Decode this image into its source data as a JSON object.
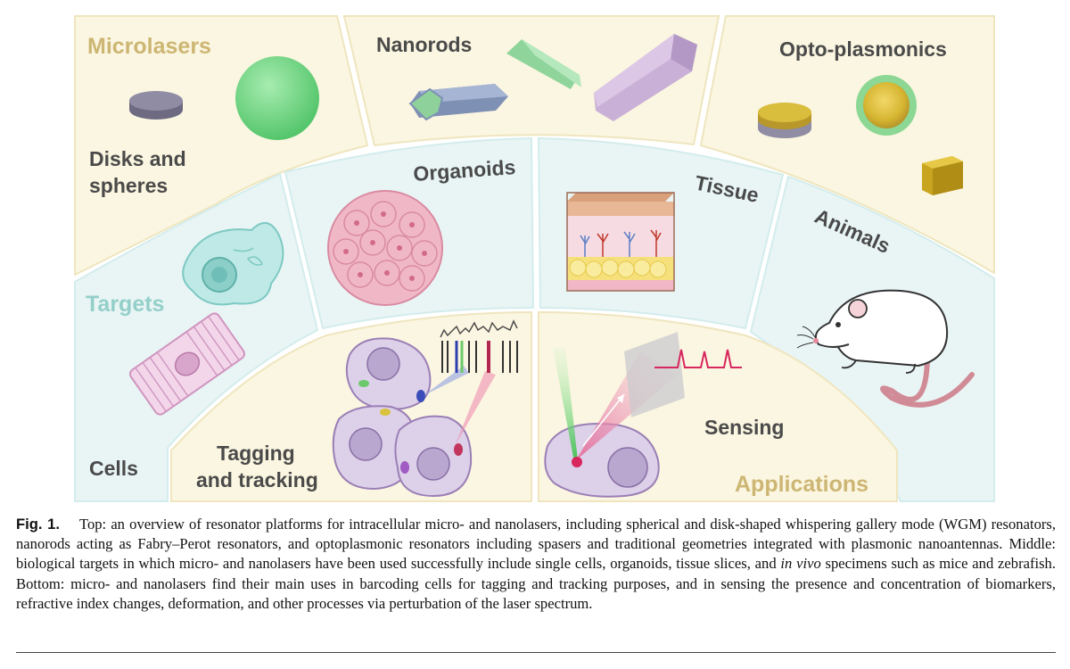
{
  "figure": {
    "sections": {
      "top": {
        "microlasers_title": "Microlasers",
        "microlasers_sub_line1": "Disks and",
        "microlasers_sub_line2": "spheres",
        "nanorods": "Nanorods",
        "optoplasmonics": "Opto-plasmonics"
      },
      "middle": {
        "targets_title": "Targets",
        "organoids": "Organoids",
        "tissue": "Tissue",
        "animals": "Animals",
        "cells": "Cells"
      },
      "bottom": {
        "tagging_line1": "Tagging",
        "tagging_line2": "and tracking",
        "sensing": "Sensing",
        "applications": "Applications"
      }
    },
    "palette": {
      "top_band": "#fbf6e1",
      "middle_band": "#e9f5f5",
      "bottom_band": "#fbf6e1",
      "label_dark": "#4a4a4a",
      "label_gold": "#cdb673",
      "label_teal": "#94cfc9"
    }
  },
  "caption": {
    "label": "Fig. 1.",
    "text_1": "Top: an overview of resonator platforms for intracellular micro- and nanolasers, including spherical and disk-shaped whispering gallery mode (WGM) resonators, nanorods acting as Fabry–Perot resonators, and optoplasmonic resonators including spasers and traditional geometries integrated with plasmonic nanoantennas. Middle: biological targets in which micro- and nanolasers have been used successfully include single cells, organoids, tissue slices, and ",
    "emph": "in vivo",
    "text_2": " specimens such as mice and zebrafish. Bottom: micro- and nanolasers find their main uses in barcoding cells for tagging and tracking purposes, and in sensing the presence and concentration of biomarkers, refractive index changes, deformation, and other processes via perturbation of the laser spectrum."
  }
}
